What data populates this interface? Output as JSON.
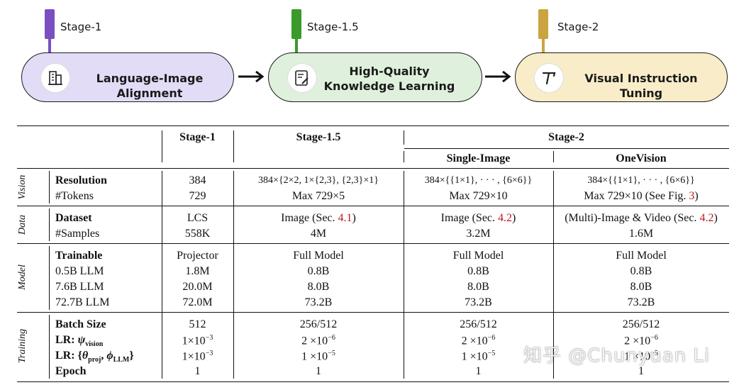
{
  "pipeline": {
    "stage1": {
      "label": "Stage-1",
      "title": "Language-Image Alignment",
      "color": "#7a4fbf",
      "fill": "#e3dcf6"
    },
    "stage15": {
      "label": "Stage-1.5",
      "title_line1": "High-Quality",
      "title_line2": "Knowledge Learning",
      "color": "#3a9a2a",
      "fill": "#dff1dc"
    },
    "stage2": {
      "label": "Stage-2",
      "title": "Visual Instruction Tuning",
      "color": "#c9a441",
      "fill": "#f8edc8"
    }
  },
  "table": {
    "headers": {
      "stage1": "Stage-1",
      "stage15": "Stage-1.5",
      "stage2": "Stage-2",
      "single": "Single-Image",
      "onevision": "OneVision"
    },
    "sections": {
      "vision": "Vision",
      "data": "Data",
      "model": "Model",
      "training": "Training"
    },
    "rows": {
      "resolution": {
        "label": "Resolution",
        "s1": "384",
        "s15": "384×{2×2, 1×{2,3}, {2,3}×1}",
        "si": "384×{{1×1}, · · · , {6×6}}",
        "ov": "384×{{1×1}, · · · , {6×6}}"
      },
      "tokens": {
        "label": "#Tokens",
        "s1": "729",
        "s15": "Max 729×5",
        "si": "Max 729×10",
        "ov_pre": "Max 729×10 (See Fig. ",
        "ov_ref": "3",
        "ov_post": ")"
      },
      "dataset": {
        "label": "Dataset",
        "s1": "LCS",
        "s15_pre": "Image (Sec. ",
        "s15_ref": "4.1",
        "s15_post": ")",
        "si_pre": "Image (Sec. ",
        "si_ref": "4.2",
        "si_post": ")",
        "ov_pre": "(Multi)-Image & Video (Sec. ",
        "ov_ref": "4.2",
        "ov_post": ")"
      },
      "samples": {
        "label": "#Samples",
        "s1": "558K",
        "s15": "4M",
        "si": "3.2M",
        "ov": "1.6M"
      },
      "trainable": {
        "label": "Trainable",
        "s1": "Projector",
        "s15": "Full Model",
        "si": "Full Model",
        "ov": "Full Model"
      },
      "llm05": {
        "label": "0.5B LLM",
        "s1": "1.8M",
        "s15": "0.8B",
        "si": "0.8B",
        "ov": "0.8B"
      },
      "llm76": {
        "label": "7.6B LLM",
        "s1": "20.0M",
        "s15": "8.0B",
        "si": "8.0B",
        "ov": "8.0B"
      },
      "llm727": {
        "label": "72.7B LLM",
        "s1": "72.0M",
        "s15": "73.2B",
        "si": "73.2B",
        "ov": "73.2B"
      },
      "batch": {
        "label": "Batch Size",
        "s1": "512",
        "s15": "256/512",
        "si": "256/512",
        "ov": "256/512"
      },
      "lr_vision": {
        "label_pre": "LR: ",
        "label_sym": "ψ",
        "label_sub": "vision",
        "s1": "1×10",
        "s1_exp": "−3",
        "s15": "2 ×10",
        "s15_exp": "−6",
        "si": "2 ×10",
        "si_exp": "−6",
        "ov": "2 ×10",
        "ov_exp": "−6"
      },
      "lr_proj": {
        "label_pre": "LR: {",
        "label_theta": "θ",
        "label_sub1": "proj",
        "label_sep": ", ",
        "label_phi": "ϕ",
        "label_sub2": "LLM",
        "label_post": "}",
        "s1": "1×10",
        "s1_exp": "−3",
        "s15": "1 ×10",
        "s15_exp": "−5",
        "si": "1 ×10",
        "si_exp": "−5",
        "ov": "1 ×10",
        "ov_exp": "−5"
      },
      "epoch": {
        "label": "Epoch",
        "s1": "1",
        "s15": "1",
        "si": "1",
        "ov": "1"
      }
    }
  },
  "watermark": "知乎 @Chunyuan Li"
}
